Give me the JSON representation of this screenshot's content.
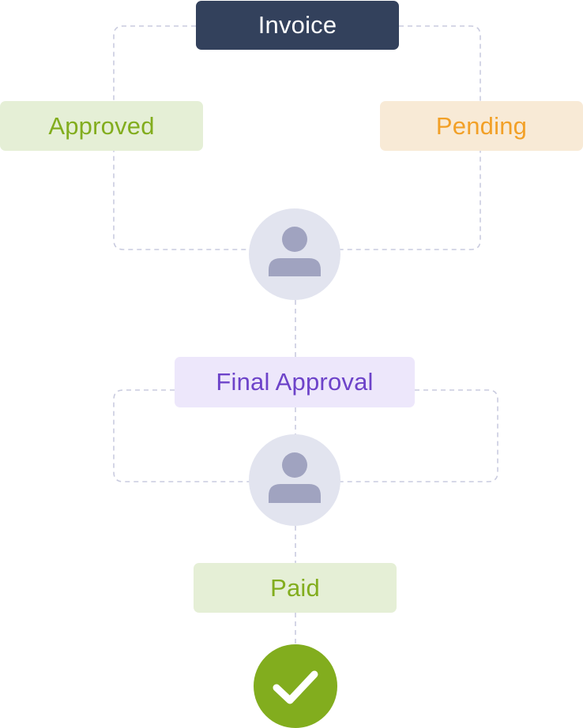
{
  "diagram": {
    "nodes": {
      "invoice": "Invoice",
      "approved": "Approved",
      "pending": "Pending",
      "final_approval": "Final Approval",
      "paid": "Paid"
    },
    "icons": {
      "approver_1": "user-icon",
      "approver_2": "user-icon",
      "complete": "checkmark-icon"
    },
    "colors": {
      "invoice_bg": "#33415c",
      "approved_bg": "#e5efd6",
      "approved_text": "#82ad1e",
      "pending_bg": "#f8ead6",
      "pending_text": "#f2a027",
      "final_bg": "#ede7fb",
      "final_text": "#6d43c9",
      "avatar_bg": "#e2e4ef",
      "avatar_icon": "#a0a3c0",
      "check_bg": "#82ad1e",
      "connector": "#c9cbdf"
    }
  }
}
